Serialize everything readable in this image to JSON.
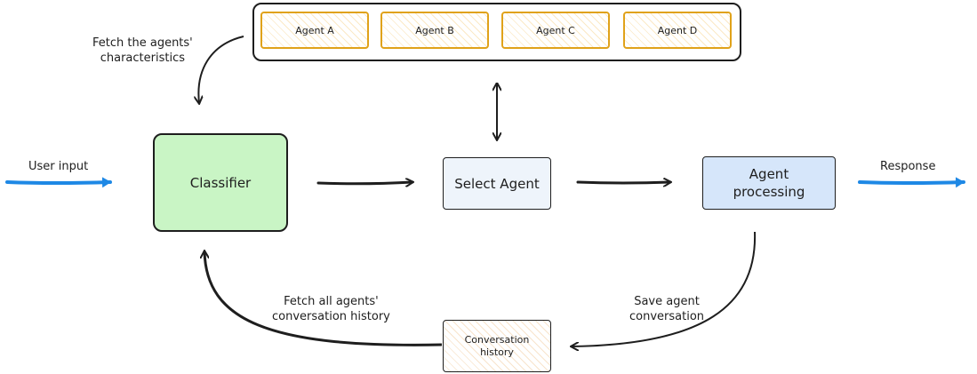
{
  "agents_container": {
    "agents": [
      "Agent A",
      "Agent B",
      "Agent C",
      "Agent D"
    ],
    "border_color": "#1e1e1e",
    "agent_color": "#e0a21a"
  },
  "nodes": {
    "classifier": {
      "label": "Classifier",
      "fill": "#c9f5c5"
    },
    "select_agent": {
      "label": "Select Agent",
      "fill": "#eef4fb"
    },
    "agent_processing": {
      "label_line1": "Agent",
      "label_line2": "processing",
      "fill": "#d6e6fa"
    },
    "conversation_history": {
      "label_line1": "Conversation",
      "label_line2": "history",
      "fill": "#fbf0e2"
    }
  },
  "edge_labels": {
    "user_input": "User input",
    "response": "Response",
    "fetch_characteristics_line1": "Fetch the agents'",
    "fetch_characteristics_line2": "characteristics",
    "fetch_history_line1": "Fetch all agents'",
    "fetch_history_line2": "conversation history",
    "save_conversation_line1": "Save agent",
    "save_conversation_line2": "conversation"
  },
  "colors": {
    "io_arrow": "#1e88e5",
    "stroke": "#1e1e1e"
  }
}
